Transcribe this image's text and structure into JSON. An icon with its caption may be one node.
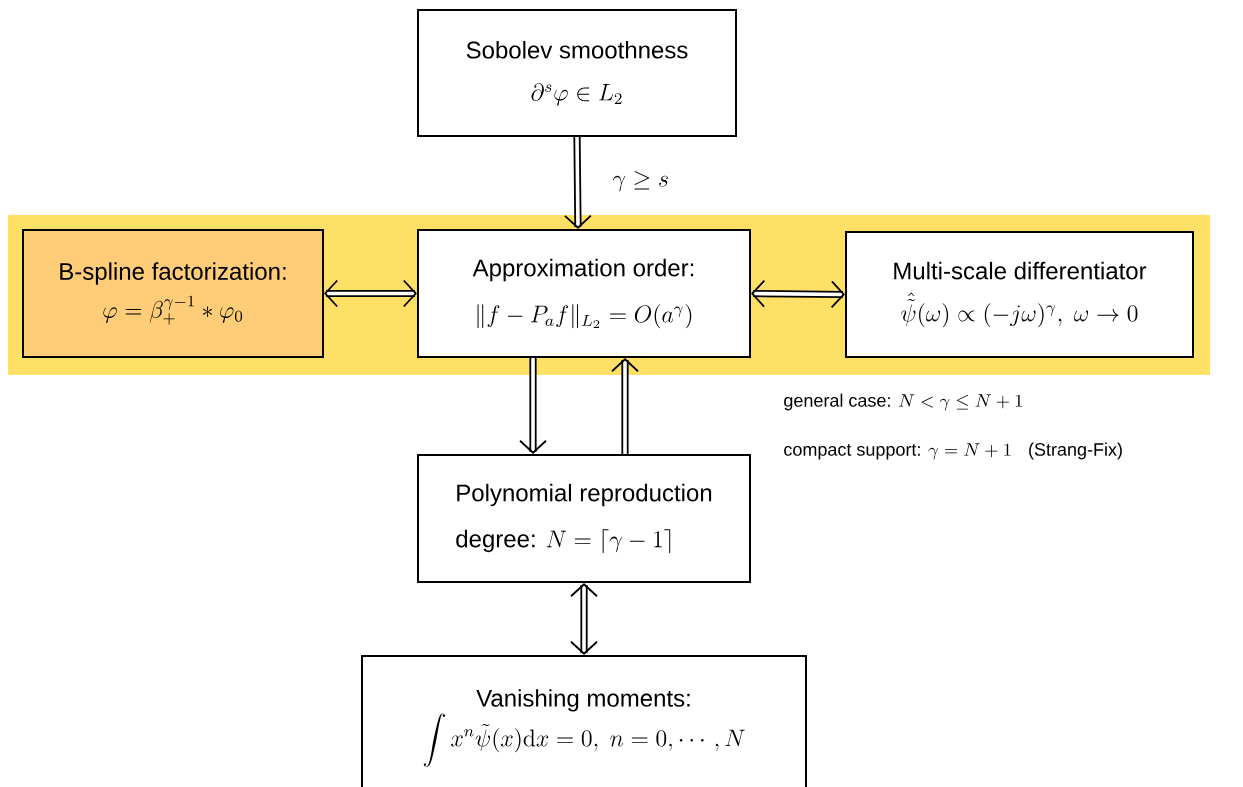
{
  "diagram": {
    "nodes": [
      {
        "text": [
          "Sobolev smoothness",
          "\\partial^s\\varphi\\in L_2"
        ]
      },
      {
        "text": [],
        "shape": "box"
      },
      {
        "text": [
          "B-spline factorization:",
          "\\varphi=\\beta_+^{\\gamma-1}*\\varphi_0"
        ],
        "in": 1
      },
      {
        "text": [
          "Approximation order:",
          "\\|f-P_af\\|_{L_2}=O(a^\\gamma)"
        ],
        "in": 1
      },
      {
        "text": [
          "Multi-scale differentiator",
          "\\hat{\\tilde{\\psi}}(\\omega)\\propto(-j\\omega)^\\gamma,\\ \\omega\\rightarrow 0"
        ],
        "in": 1
      },
      {
        "text": [
          "Polynomial reproduction",
          "degree:",
          "N=\\lceil\\gamma-1\\rceil"
        ]
      },
      {
        "text": [
          "Vanishing moments:",
          "\\int x^n\\tilde{\\psi}(x)\\mathrm{d}x=0,\\ n=0,\\cdots,N"
        ]
      }
    ],
    "edges": [
      {
        "from": 0,
        "to": 3,
        "arrow": "to",
        "label": "\\gamma\\geq s"
      },
      {
        "from": 2,
        "to": 3,
        "arrow": "both"
      },
      {
        "from": 3,
        "to": 4,
        "arrow": "both"
      },
      {
        "from": 3,
        "to": 5,
        "arrow": "to"
      },
      {
        "from": 5,
        "to": 3,
        "arrow": "to"
      },
      {
        "from": 5,
        "to": 6,
        "arrow": "both"
      }
    ],
    "labels": [
      "general case:",
      "N<\\gamma\\leq N+1",
      "compact support:",
      "\\gamma=N+1",
      "(Strang-Fix)"
    ]
  }
}
